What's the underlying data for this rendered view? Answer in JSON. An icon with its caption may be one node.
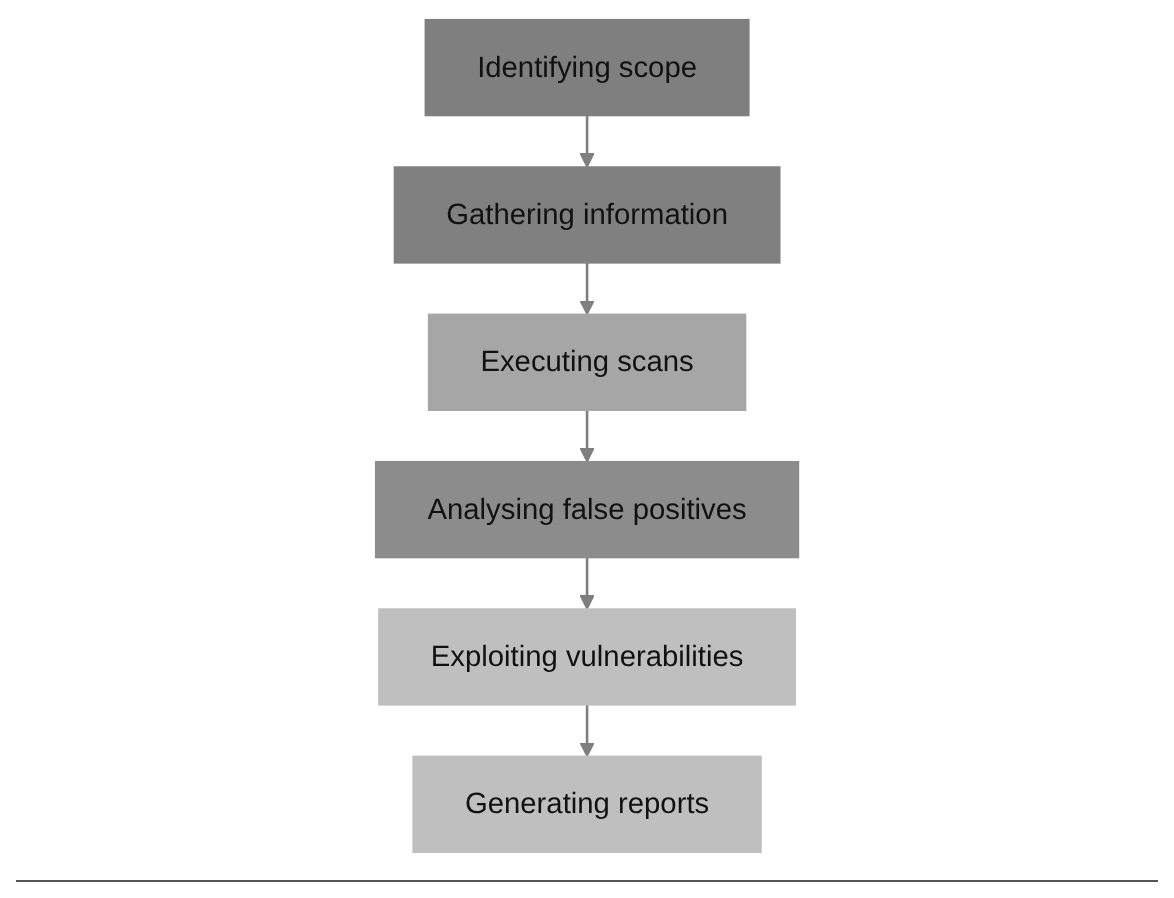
{
  "diagram": {
    "nodes": [
      {
        "text": [
          "Identifying scope"
        ]
      },
      {
        "text": [
          "Gathering information"
        ]
      },
      {
        "text": [
          "Executing scans"
        ]
      },
      {
        "text": [
          "Analysing false positives"
        ]
      },
      {
        "text": [
          "Exploiting vulnerabilities"
        ]
      },
      {
        "text": [
          "Generating reports"
        ]
      }
    ],
    "edges": [
      {
        "from": 0,
        "to": 1,
        "arrow": "to"
      },
      {
        "from": 1,
        "to": 2,
        "arrow": "to"
      },
      {
        "from": 2,
        "to": 3,
        "arrow": "to"
      },
      {
        "from": 3,
        "to": 4,
        "arrow": "to"
      },
      {
        "from": 4,
        "to": 5,
        "arrow": "to"
      }
    ]
  }
}
